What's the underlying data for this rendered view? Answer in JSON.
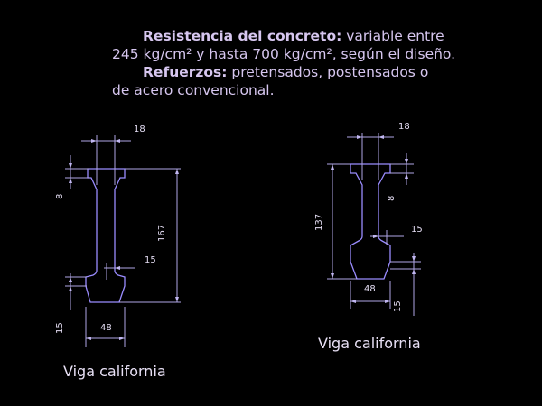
{
  "intro": {
    "line1_bold": "Resistencia del concreto:",
    "line1_rest": " variable entre",
    "line2": "245 kg/cm²  y hasta  700 kg/cm²,  según el diseño.",
    "line3_bold": "Refuerzos:",
    "line3_rest": " pretensados, postensados o",
    "line4": "de acero convencional."
  },
  "beam_left": {
    "caption": "Viga california",
    "dim_web": "18",
    "dim_top_flange": "8",
    "dim_height": "167",
    "dim_fillet": "15",
    "dim_bottom_flange": "15",
    "dim_base": "48"
  },
  "beam_right": {
    "caption": "Viga california",
    "dim_web": "18",
    "dim_top_flange": "8",
    "dim_height": "137",
    "dim_fillet": "15",
    "dim_bottom_flange": "15",
    "dim_base": "48"
  }
}
